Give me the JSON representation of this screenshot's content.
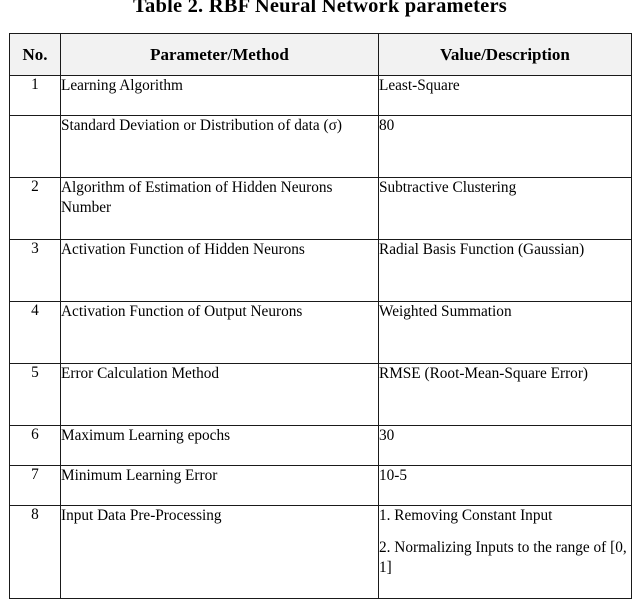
{
  "caption": "Table 2. RBF Neural Network parameters",
  "table": {
    "columns": [
      "No.",
      "Parameter/Method",
      "Value/Description"
    ],
    "rows": [
      {
        "no": "1",
        "parameter": "Learning Algorithm",
        "value_lines": [
          "Least-Square"
        ]
      },
      {
        "no": "",
        "parameter": "Standard Deviation or Distribution of data (σ)",
        "value_lines": [
          "80"
        ]
      },
      {
        "no": "2",
        "parameter": "Algorithm of Estimation of Hidden Neurons Number",
        "value_lines": [
          "Subtractive Clustering"
        ]
      },
      {
        "no": "3",
        "parameter": "Activation Function of Hidden Neurons",
        "value_lines": [
          "Radial Basis Function (Gaussian)"
        ]
      },
      {
        "no": "4",
        "parameter": "Activation Function of Output Neurons",
        "value_lines": [
          "Weighted Summation"
        ]
      },
      {
        "no": "5",
        "parameter": "Error Calculation Method",
        "value_lines": [
          "RMSE (Root-Mean-Square Error)"
        ]
      },
      {
        "no": "6",
        "parameter": "Maximum Learning epochs",
        "value_lines": [
          "30"
        ]
      },
      {
        "no": "7",
        "parameter": "Minimum Learning Error",
        "value_lines": [
          "10-5"
        ]
      },
      {
        "no": "8",
        "parameter": "Input Data Pre-Processing",
        "value_lines": [
          "1. Removing Constant Input",
          "2. Normalizing Inputs to the range of [0, 1]"
        ]
      }
    ]
  },
  "colors": {
    "header_background": "#f2f2f2",
    "border": "#1a1a1a",
    "text": "#000000",
    "page_background": "#ffffff"
  }
}
